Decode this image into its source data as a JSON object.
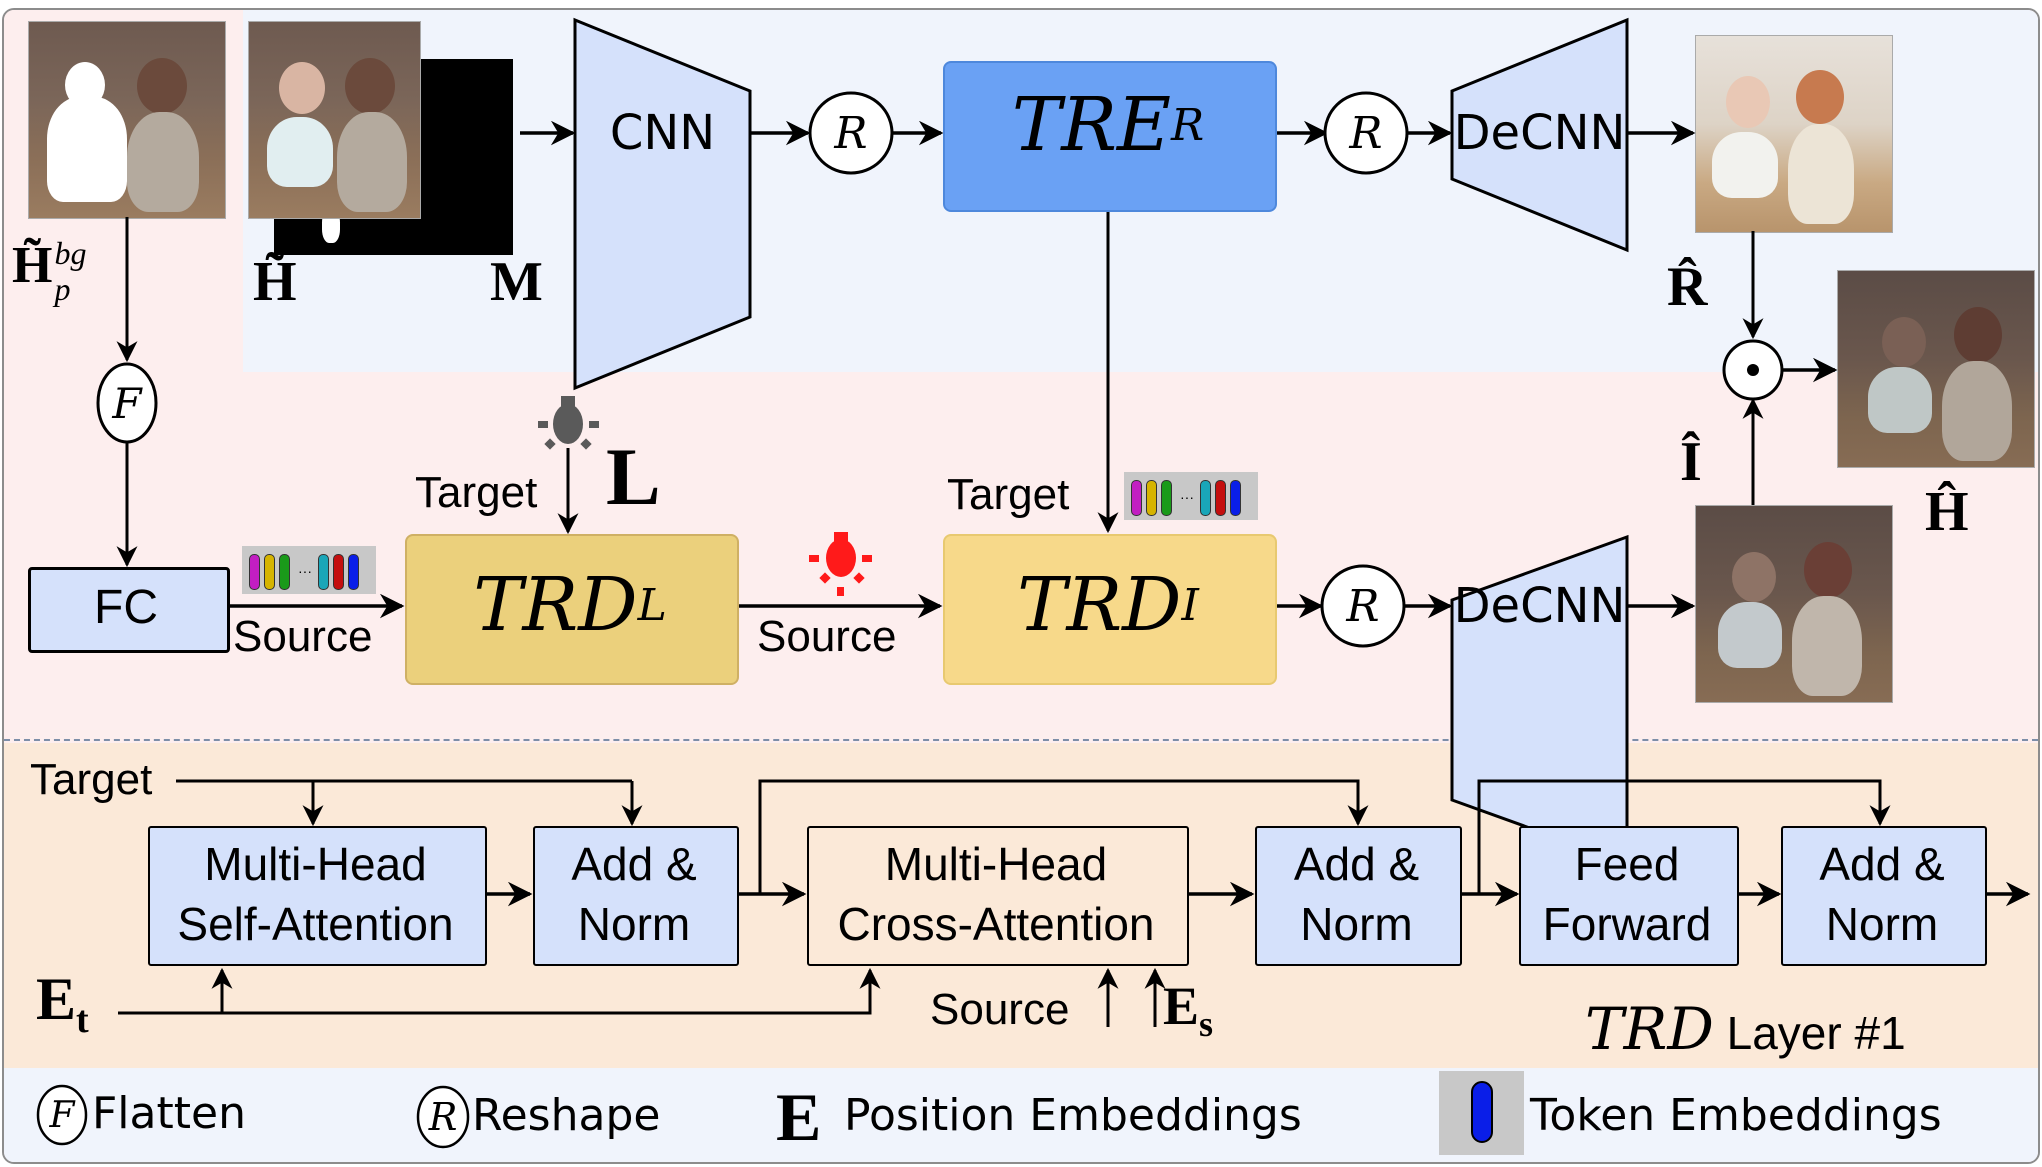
{
  "figure": {
    "title": "TRD-based harmonization architecture",
    "top_branch": {
      "input_image_label": "H̃",
      "mask_label": "M",
      "cnn_label": "CNN",
      "reshape_symbol": "R",
      "encoder_label": "TRE",
      "encoder_subscript": "R",
      "decnn_label": "DeCNN",
      "reflectance_label": "R̂"
    },
    "left_branch": {
      "background_image_label": "H̃",
      "background_superscript": "bg",
      "background_subscript": "p",
      "flatten_symbol": "F",
      "fc_label": "FC"
    },
    "middle_branch": {
      "trd_l_label": "TRD",
      "trd_l_subscript": "L",
      "trd_i_label": "TRD",
      "trd_i_subscript": "I",
      "target_label_1": "Target",
      "target_label_2": "Target",
      "source_label_1": "Source",
      "source_label_2": "Source",
      "light_label": "L",
      "decnn_label": "DeCNN",
      "illumination_label": "Î",
      "product_symbol": "⊙",
      "output_label": "Ĥ",
      "token_colors": [
        "#c21ec2",
        "#d6b400",
        "#1a9a1a",
        "#1aa6b8",
        "#c40f0f",
        "#0a1ee8"
      ],
      "light_gray_color": "#5a5a5a",
      "light_red_color": "#ff1a1a"
    },
    "trd_layer": {
      "target_label": "Target",
      "blocks": [
        {
          "line1": "Multi-Head",
          "line2": "Self-Attention"
        },
        {
          "line1": "Add &",
          "line2": "Norm"
        },
        {
          "line1": "Multi-Head",
          "line2": "Cross-Attention"
        },
        {
          "line1": "Add &",
          "line2": "Norm"
        },
        {
          "line1": "Feed",
          "line2": "Forward"
        },
        {
          "line1": "Add &",
          "line2": "Norm"
        }
      ],
      "et_label": "E",
      "et_subscript": "t",
      "source_label": "Source",
      "es_label": "E",
      "es_subscript": "s",
      "layer_title_math": "TRD",
      "layer_title_text": "Layer #1"
    },
    "legend": [
      {
        "symbol": "F",
        "text": "Flatten"
      },
      {
        "symbol": "R",
        "text": "Reshape"
      },
      {
        "symbol": "E",
        "text": "Position Embeddings"
      },
      {
        "symbol": "token",
        "text": "Token Embeddings"
      }
    ],
    "colors": {
      "block_blue": "#d5e1fb",
      "encoder_blue": "#6aa1f4",
      "trd_l_gold": "#ebd07c",
      "trd_i_gold": "#f7d98a",
      "cross_attention_fill": "#fbe9d8"
    }
  }
}
